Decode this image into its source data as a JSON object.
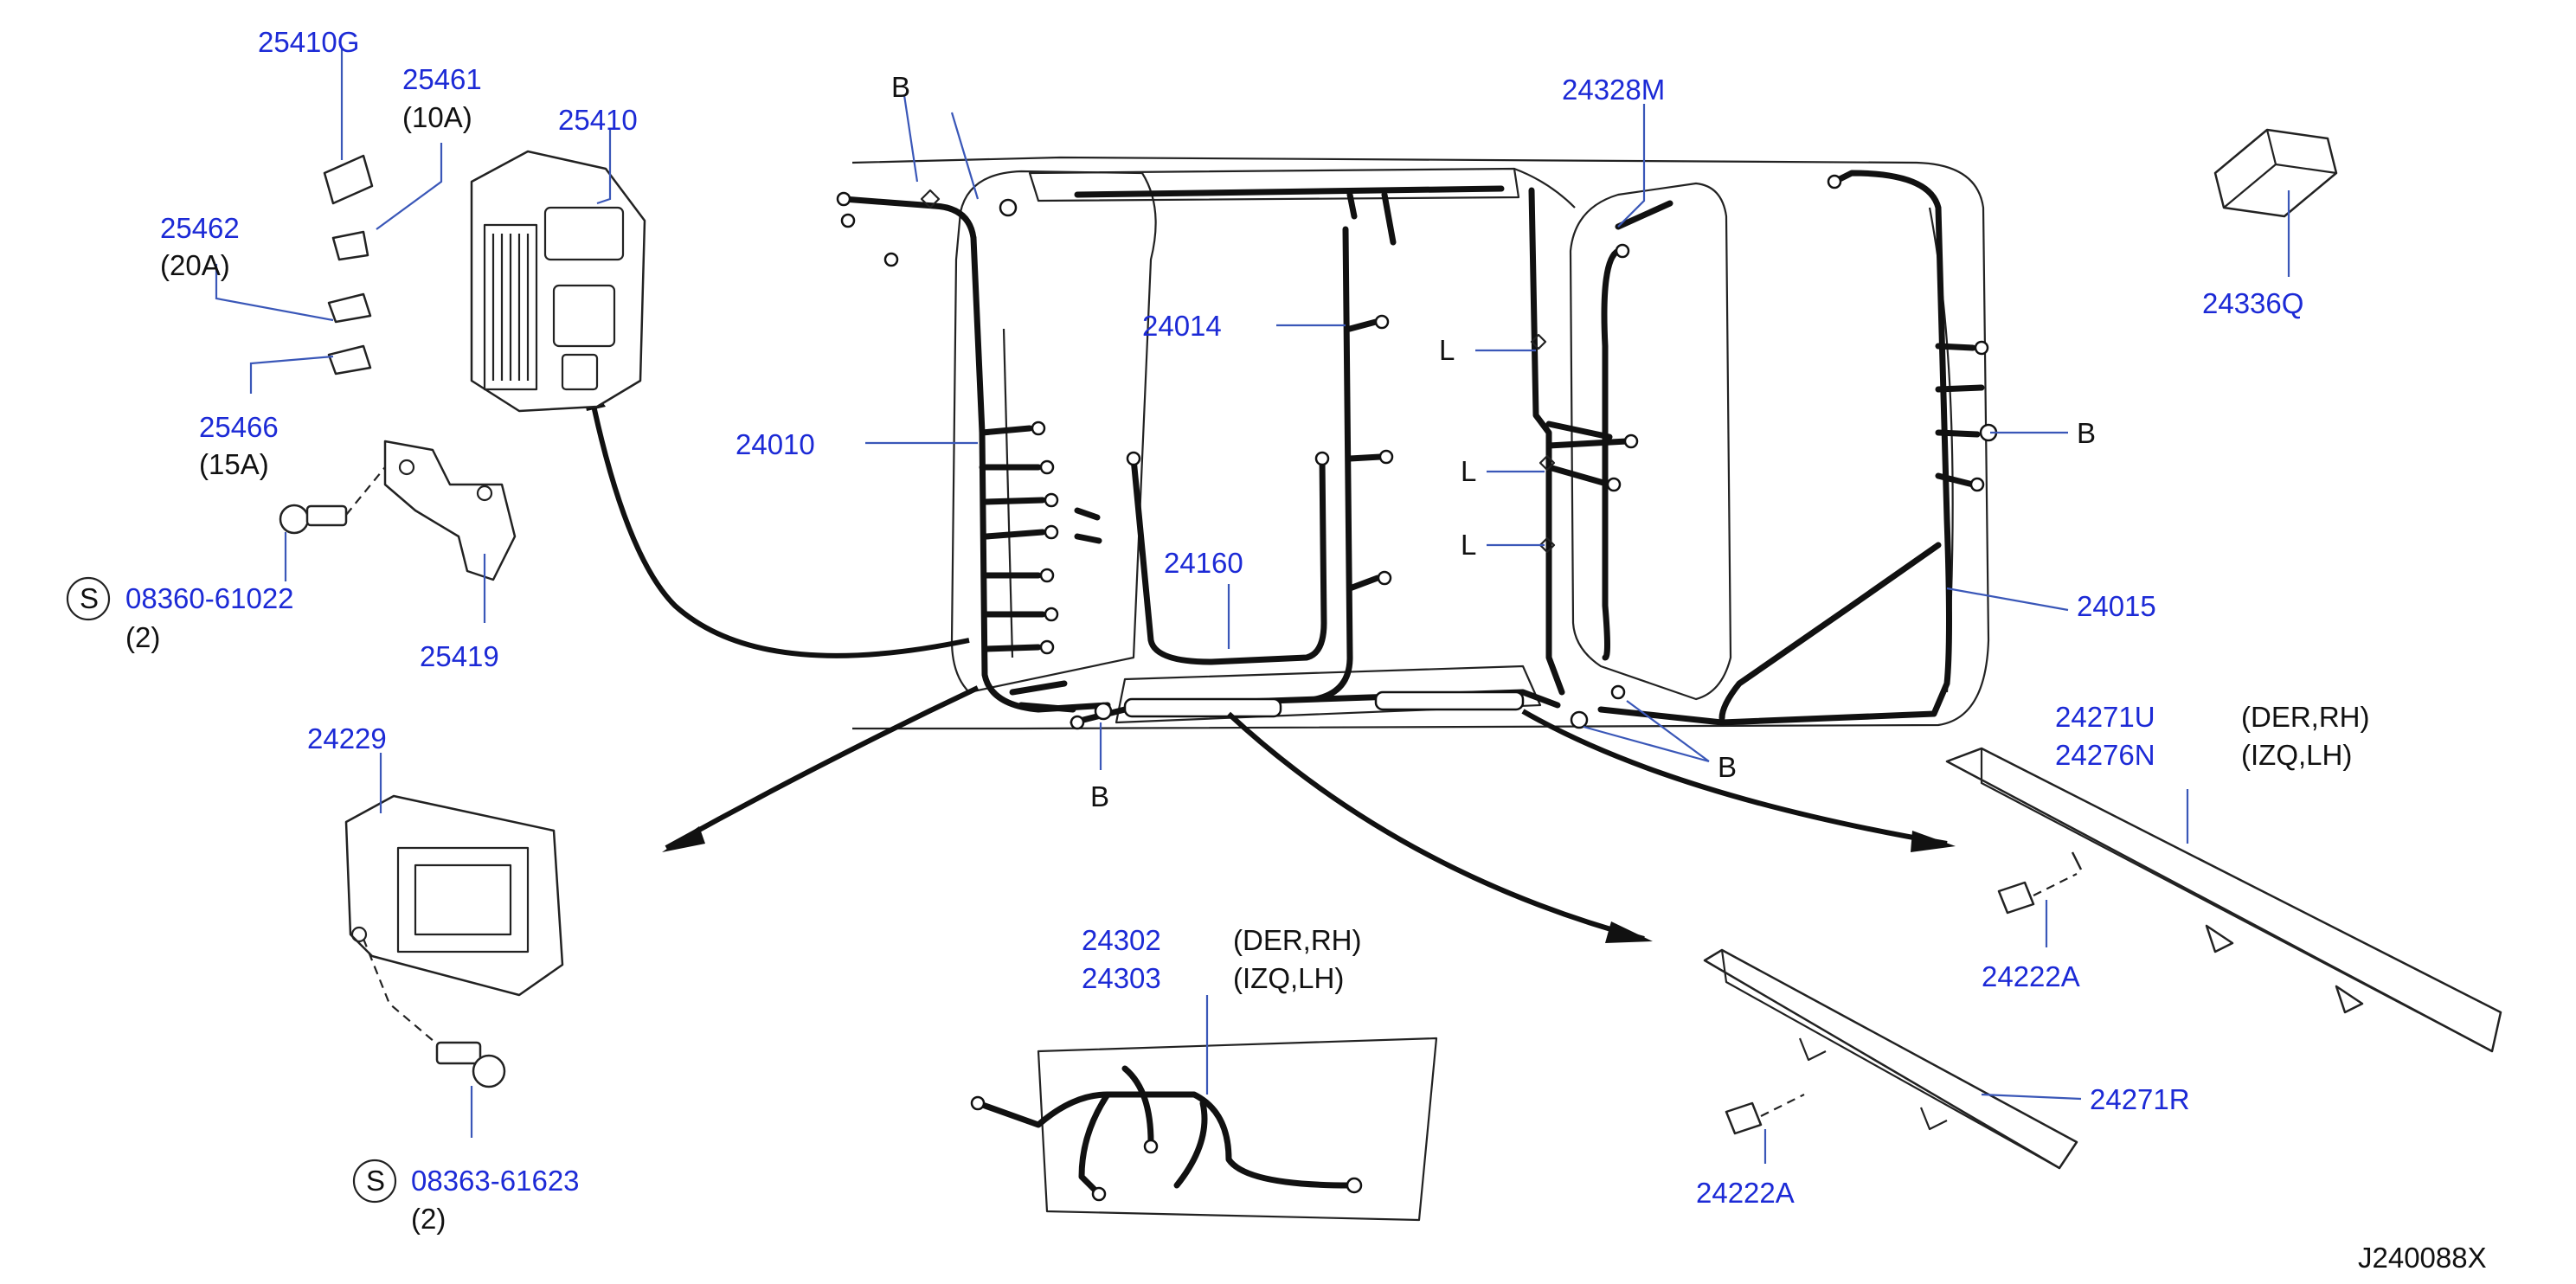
{
  "colors": {
    "part_number": "#1c2ad6",
    "note": "#111111",
    "leader": "#3a57b8"
  },
  "labels": {
    "p25410G": "25410G",
    "p25461": "25461",
    "n10A": "(10A)",
    "p25410": "25410",
    "p25462": "25462",
    "n20A": "(20A)",
    "p25466": "25466",
    "n15A": "(15A)",
    "s_symbol_1": "S",
    "p08360": "08360-61022",
    "qty_1": "(2)",
    "p25419": "25419",
    "p24229": "24229",
    "s_symbol_2": "S",
    "p08363": "08363-61623",
    "qty_2": "(2)",
    "p24010": "24010",
    "p24014": "24014",
    "p24160": "24160",
    "p24328M": "24328M",
    "p24336Q": "24336Q",
    "p24015": "24015",
    "p24302": "24302",
    "p24303": "24303",
    "n_der_rh_1": "(DER,RH)",
    "n_izq_lh_1": "(IZQ,LH)",
    "p24271U": "24271U",
    "p24276N": "24276N",
    "n_der_rh_2": "(DER,RH)",
    "n_izq_lh_2": "(IZQ,LH)",
    "p24222A_1": "24222A",
    "p24271R": "24271R",
    "p24222A_2": "24222A",
    "b_top": "B",
    "b_right": "B",
    "b_bottom_left": "B",
    "b_bottom_right": "B",
    "l_1": "L",
    "l_2": "L",
    "l_3": "L",
    "diagram_code": "J240088X"
  },
  "icons": {
    "fuse_box": "fuse-block-icon",
    "fuse": "blade-fuse-icon",
    "bolt": "bolt-icon",
    "bracket": "bracket-icon",
    "bcm": "control-unit-icon",
    "connector": "connector-icon",
    "clip": "clip-icon"
  }
}
